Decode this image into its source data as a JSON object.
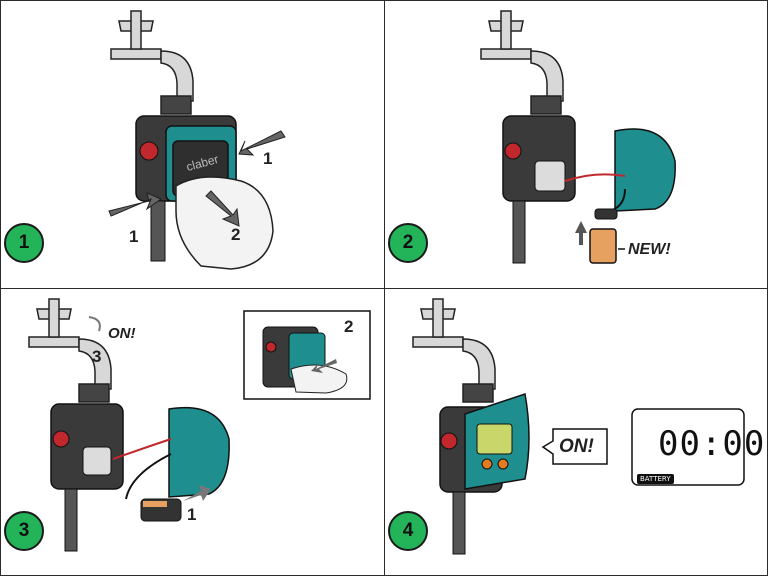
{
  "panels": [
    {
      "step": "1",
      "labels": {
        "arrow_left": "1",
        "arrow_right": "1",
        "arrow_down": "2"
      },
      "brand": "claber"
    },
    {
      "step": "2",
      "callout": "NEW!"
    },
    {
      "step": "3",
      "callout": "ON!",
      "tap_num": "3",
      "inset_num": "2",
      "battery_num": "1"
    },
    {
      "step": "4",
      "callout": "ON!",
      "display": "00:00",
      "battery_text": "BATTERY"
    }
  ],
  "colors": {
    "badge": "#23b45a",
    "teal": "#1f8e8e",
    "body": "#3a3a3a"
  }
}
